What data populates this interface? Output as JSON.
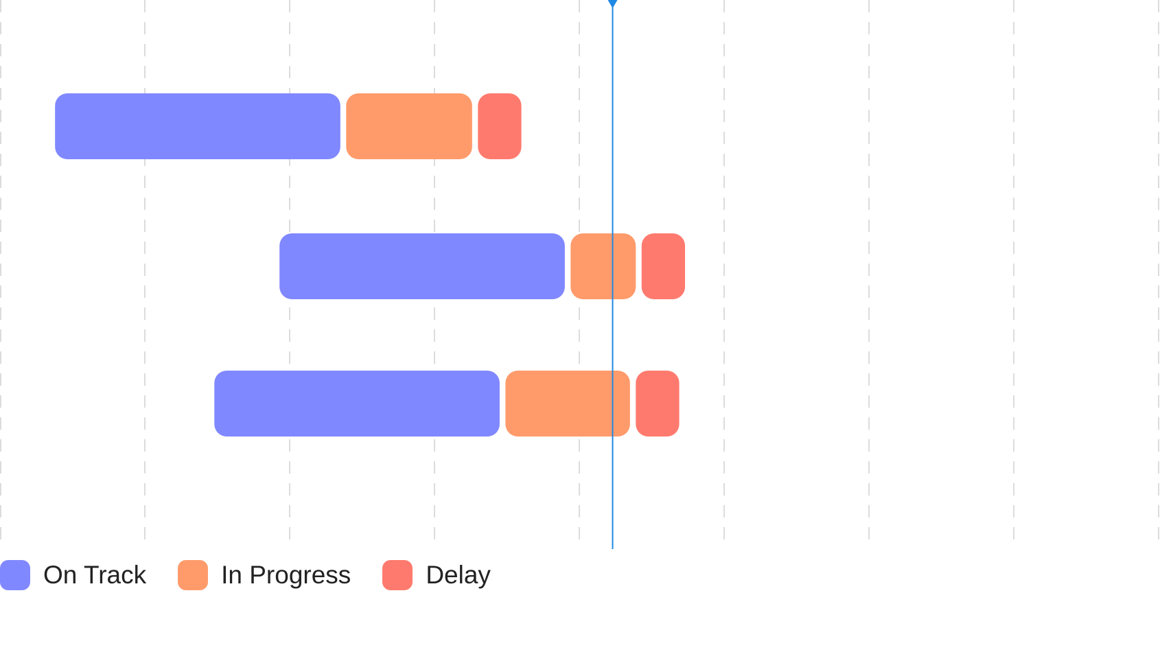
{
  "chart_data": {
    "type": "gantt",
    "x_range": [
      0,
      8
    ],
    "grid": {
      "vertical": true,
      "style": "dashed",
      "color": "#dcdcdc"
    },
    "current_marker": {
      "x": 4.23,
      "color": "#1e88e5"
    },
    "rows": [
      {
        "segments": [
          {
            "series": "on_track",
            "start": 0.38,
            "end": 2.35
          },
          {
            "series": "in_progress",
            "start": 2.39,
            "end": 3.26
          },
          {
            "series": "delay",
            "start": 3.3,
            "end": 3.6
          }
        ]
      },
      {
        "segments": [
          {
            "series": "on_track",
            "start": 1.93,
            "end": 3.9
          },
          {
            "series": "in_progress",
            "start": 3.94,
            "end": 4.39
          },
          {
            "series": "delay",
            "start": 4.43,
            "end": 4.73
          }
        ]
      },
      {
        "segments": [
          {
            "series": "on_track",
            "start": 1.48,
            "end": 3.45
          },
          {
            "series": "in_progress",
            "start": 3.49,
            "end": 4.35
          },
          {
            "series": "delay",
            "start": 4.39,
            "end": 4.69
          }
        ]
      }
    ],
    "legend_position": "bottom-left"
  },
  "legend": [
    {
      "key": "on_track",
      "label": "On Track",
      "color": "#8088ff"
    },
    {
      "key": "in_progress",
      "label": "In Progress",
      "color": "#ff9b6b"
    },
    {
      "key": "delay",
      "label": "Delay",
      "color": "#ff7a6e"
    }
  ]
}
